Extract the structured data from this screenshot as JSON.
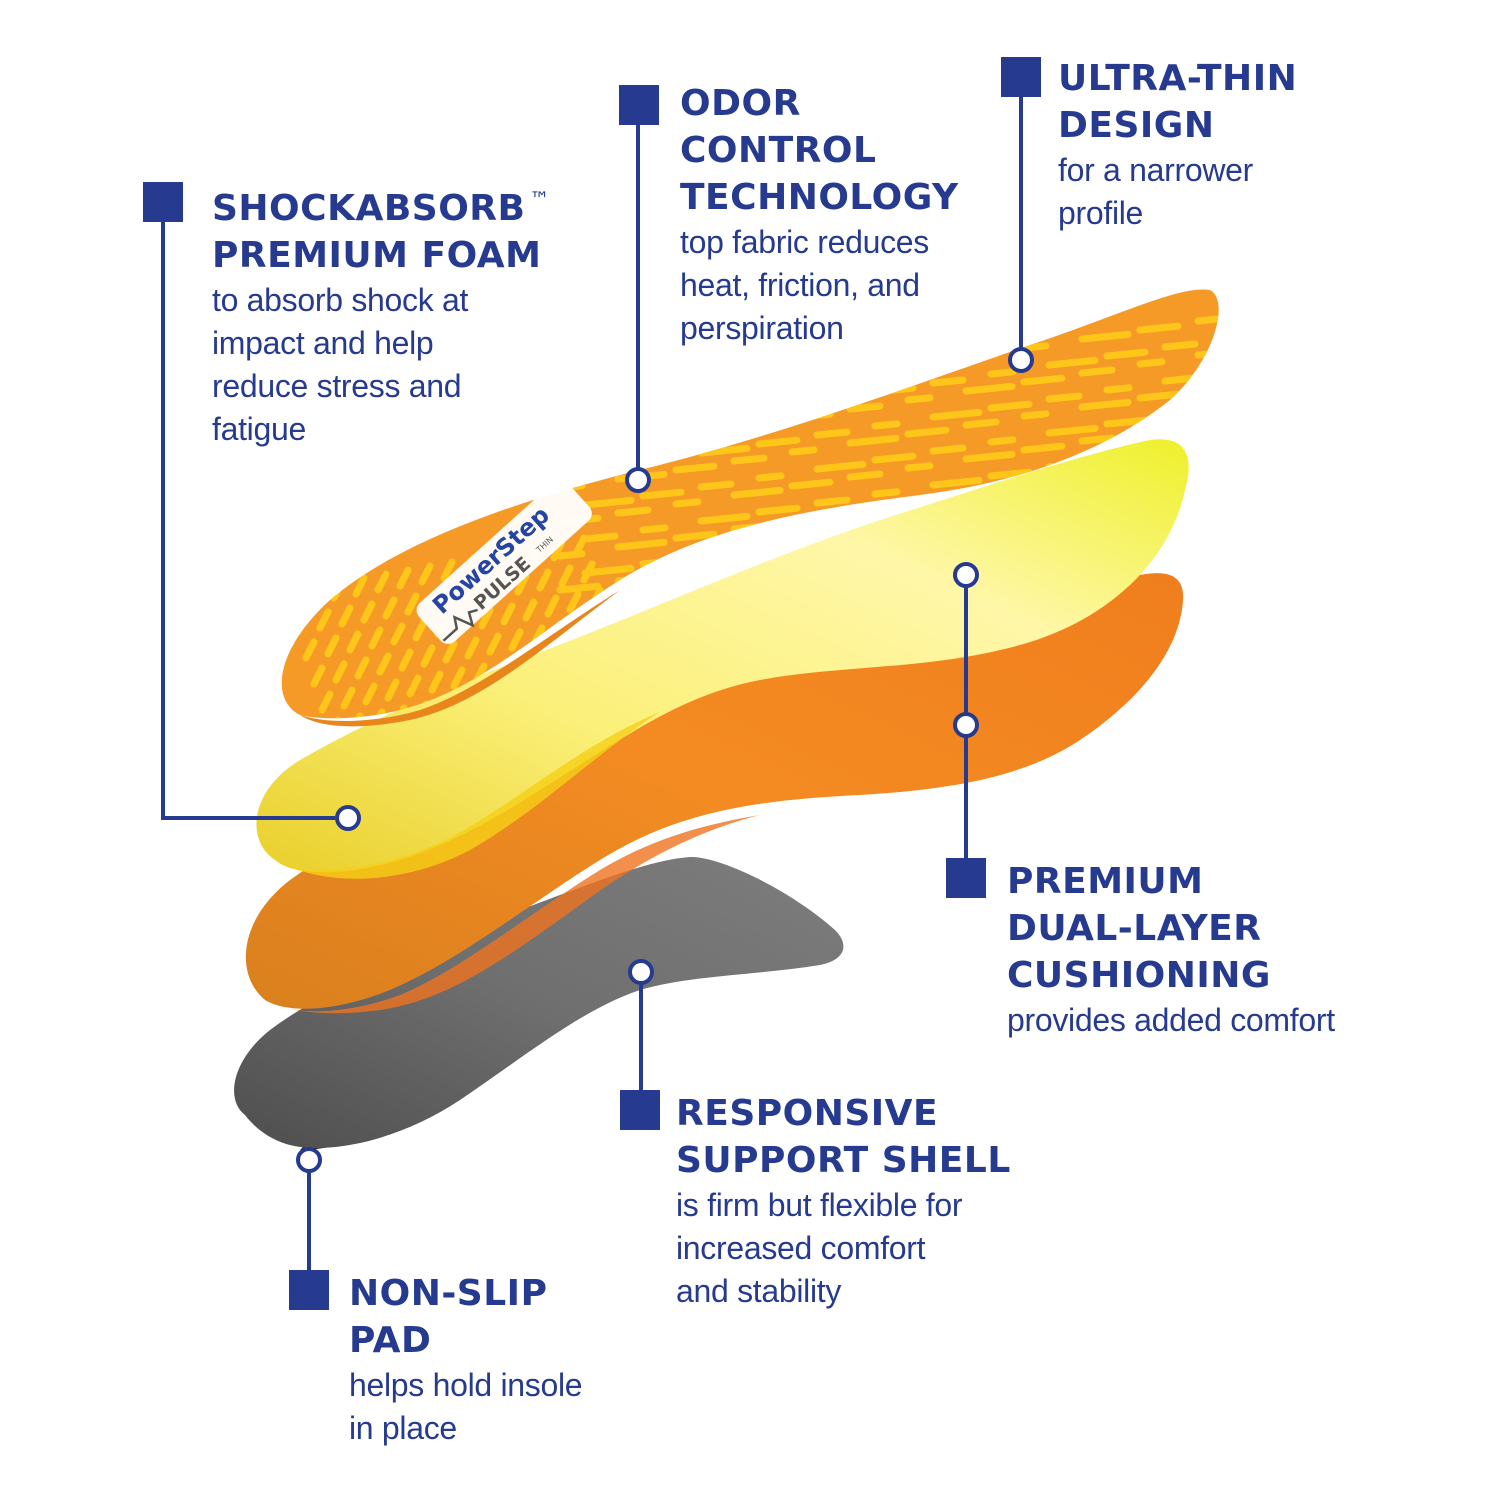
{
  "colors": {
    "navy": "#263a8f",
    "top_orange": "#f59a26",
    "top_stripes": "#ffc61a",
    "yellow_foam": "#f3e92a",
    "orange_foam": "#f48b22",
    "shell_gray": "#7a7a7a",
    "pad_black": "#2a2a2a"
  },
  "logo": {
    "brand": "PowerStep",
    "product": "PULSE",
    "variant": "THIN"
  },
  "callouts": [
    {
      "id": "shockabsorb",
      "heading_lines": [
        "SHOCKABSORB",
        "PREMIUM FOAM"
      ],
      "trademark": "™",
      "description_lines": [
        "to absorb shock at",
        "impact and help",
        "reduce stress and",
        "fatigue"
      ]
    },
    {
      "id": "odor-control",
      "heading_lines": [
        "ODOR",
        "CONTROL",
        "TECHNOLOGY"
      ],
      "description_lines": [
        "top fabric reduces",
        "heat, friction, and",
        "perspiration"
      ]
    },
    {
      "id": "ultra-thin",
      "heading_lines": [
        "ULTRA-THIN",
        "DESIGN"
      ],
      "description_lines": [
        "for a narrower",
        "profile"
      ]
    },
    {
      "id": "dual-layer",
      "heading_lines": [
        "PREMIUM",
        "DUAL-LAYER",
        "CUSHIONING"
      ],
      "description_lines": [
        "provides added comfort"
      ]
    },
    {
      "id": "support-shell",
      "heading_lines": [
        "RESPONSIVE",
        "SUPPORT SHELL"
      ],
      "description_lines": [
        "is firm but flexible for",
        "increased comfort",
        "and stability"
      ]
    },
    {
      "id": "non-slip",
      "heading_lines": [
        "NON-SLIP",
        "PAD"
      ],
      "description_lines": [
        "helps hold insole",
        "in place"
      ]
    }
  ]
}
